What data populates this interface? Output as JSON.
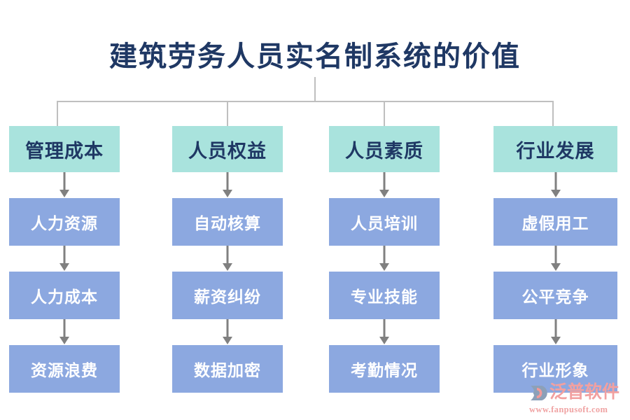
{
  "title": "建筑劳务人员实名制系统的价值",
  "colors": {
    "title_text": "#1f3864",
    "header_box_bg": "#a9e3dd",
    "header_box_text": "#1f3864",
    "node_box_bg": "#8ca8e0",
    "node_box_text": "#ffffff",
    "connector_line": "#bfbfbf",
    "arrow": "#808080",
    "watermark_text": "#f2a0a0",
    "page_bg": "#ffffff"
  },
  "columns": [
    {
      "header": "管理成本",
      "nodes": [
        "人力资源",
        "人力成本",
        "资源浪费"
      ]
    },
    {
      "header": "人员权益",
      "nodes": [
        "自动核算",
        "薪资纠纷",
        "数据加密"
      ]
    },
    {
      "header": "人员素质",
      "nodes": [
        "人员培训",
        "专业技能",
        "考勤情况"
      ]
    },
    {
      "header": "行业发展",
      "nodes": [
        "虚假用工",
        "公平竞争",
        "行业形象"
      ]
    }
  ],
  "watermark": {
    "brand": "泛普软件",
    "url": "www.fanpusoft.com"
  }
}
